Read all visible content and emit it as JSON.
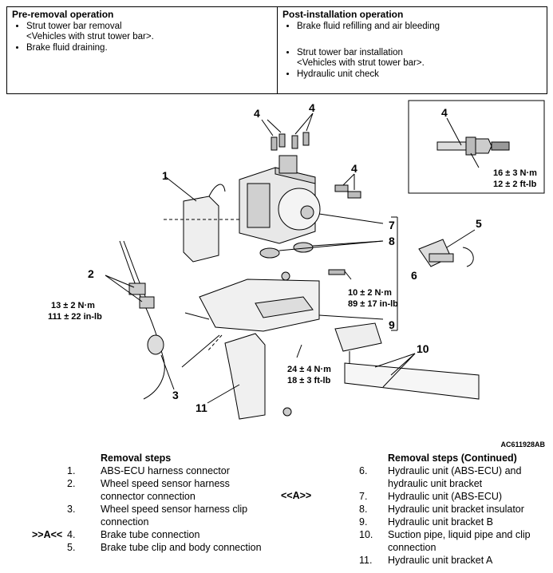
{
  "pre_removal": {
    "heading": "Pre-removal operation",
    "items": [
      {
        "line1": "Strut tower bar removal",
        "line2": "<Vehicles with strut tower bar>."
      },
      {
        "line1": "Brake fluid draining.",
        "line2": ""
      }
    ]
  },
  "post_installation": {
    "heading": "Post-installation operation",
    "items": [
      {
        "line1": "Brake fluid refilling and air bleeding",
        "line2": ""
      },
      {
        "line1": "Strut tower bar installation",
        "line2": "<Vehicles with strut tower bar>."
      },
      {
        "line1": "Hydraulic unit check",
        "line2": ""
      }
    ]
  },
  "diagram": {
    "callouts": {
      "n1": "1",
      "n2": "2",
      "n3": "3",
      "n4a": "4",
      "n4b": "4",
      "n4c": "4",
      "n4d": "4",
      "n5": "5",
      "n6": "6",
      "n7": "7",
      "n8": "8",
      "n9": "9",
      "n10": "10",
      "n11": "11"
    },
    "torques": {
      "t1a": "13 ± 2 N·m",
      "t1b": "111 ± 22 in-lb",
      "t2a": "10 ± 2 N·m",
      "t2b": "89 ± 17 in-lb",
      "t3a": "24 ± 4 N·m",
      "t3b": "18 ± 3 ft-lb",
      "t4a": "16 ± 3 N·m",
      "t4b": "12 ± 2 ft-lb"
    },
    "figure_code": "AC611928AB"
  },
  "removal_steps": {
    "title": "Removal steps",
    "steps": [
      {
        "mark": "",
        "num": "1.",
        "text": "ABS-ECU harness connector"
      },
      {
        "mark": "",
        "num": "2.",
        "text": "Wheel speed sensor harness connector connection"
      },
      {
        "mark": "",
        "num": "3.",
        "text": "Wheel speed sensor harness clip connection"
      },
      {
        "mark": ">>A<<",
        "num": "4.",
        "text": "Brake tube connection"
      },
      {
        "mark": "",
        "num": "5.",
        "text": "Brake tube clip and body connection"
      }
    ]
  },
  "removal_steps_continued": {
    "title": "Removal steps (Continued)",
    "mark": "<<A>>",
    "steps": [
      {
        "num": "6.",
        "text": "Hydraulic unit (ABS-ECU) and hydraulic unit bracket"
      },
      {
        "num": "7.",
        "text": "Hydraulic unit (ABS-ECU)"
      },
      {
        "num": "8.",
        "text": "Hydraulic unit bracket insulator"
      },
      {
        "num": "9.",
        "text": "Hydraulic unit bracket B"
      },
      {
        "num": "10.",
        "text": "Suction pipe, liquid pipe and clip connection"
      },
      {
        "num": "11.",
        "text": "Hydraulic unit bracket A"
      }
    ]
  }
}
